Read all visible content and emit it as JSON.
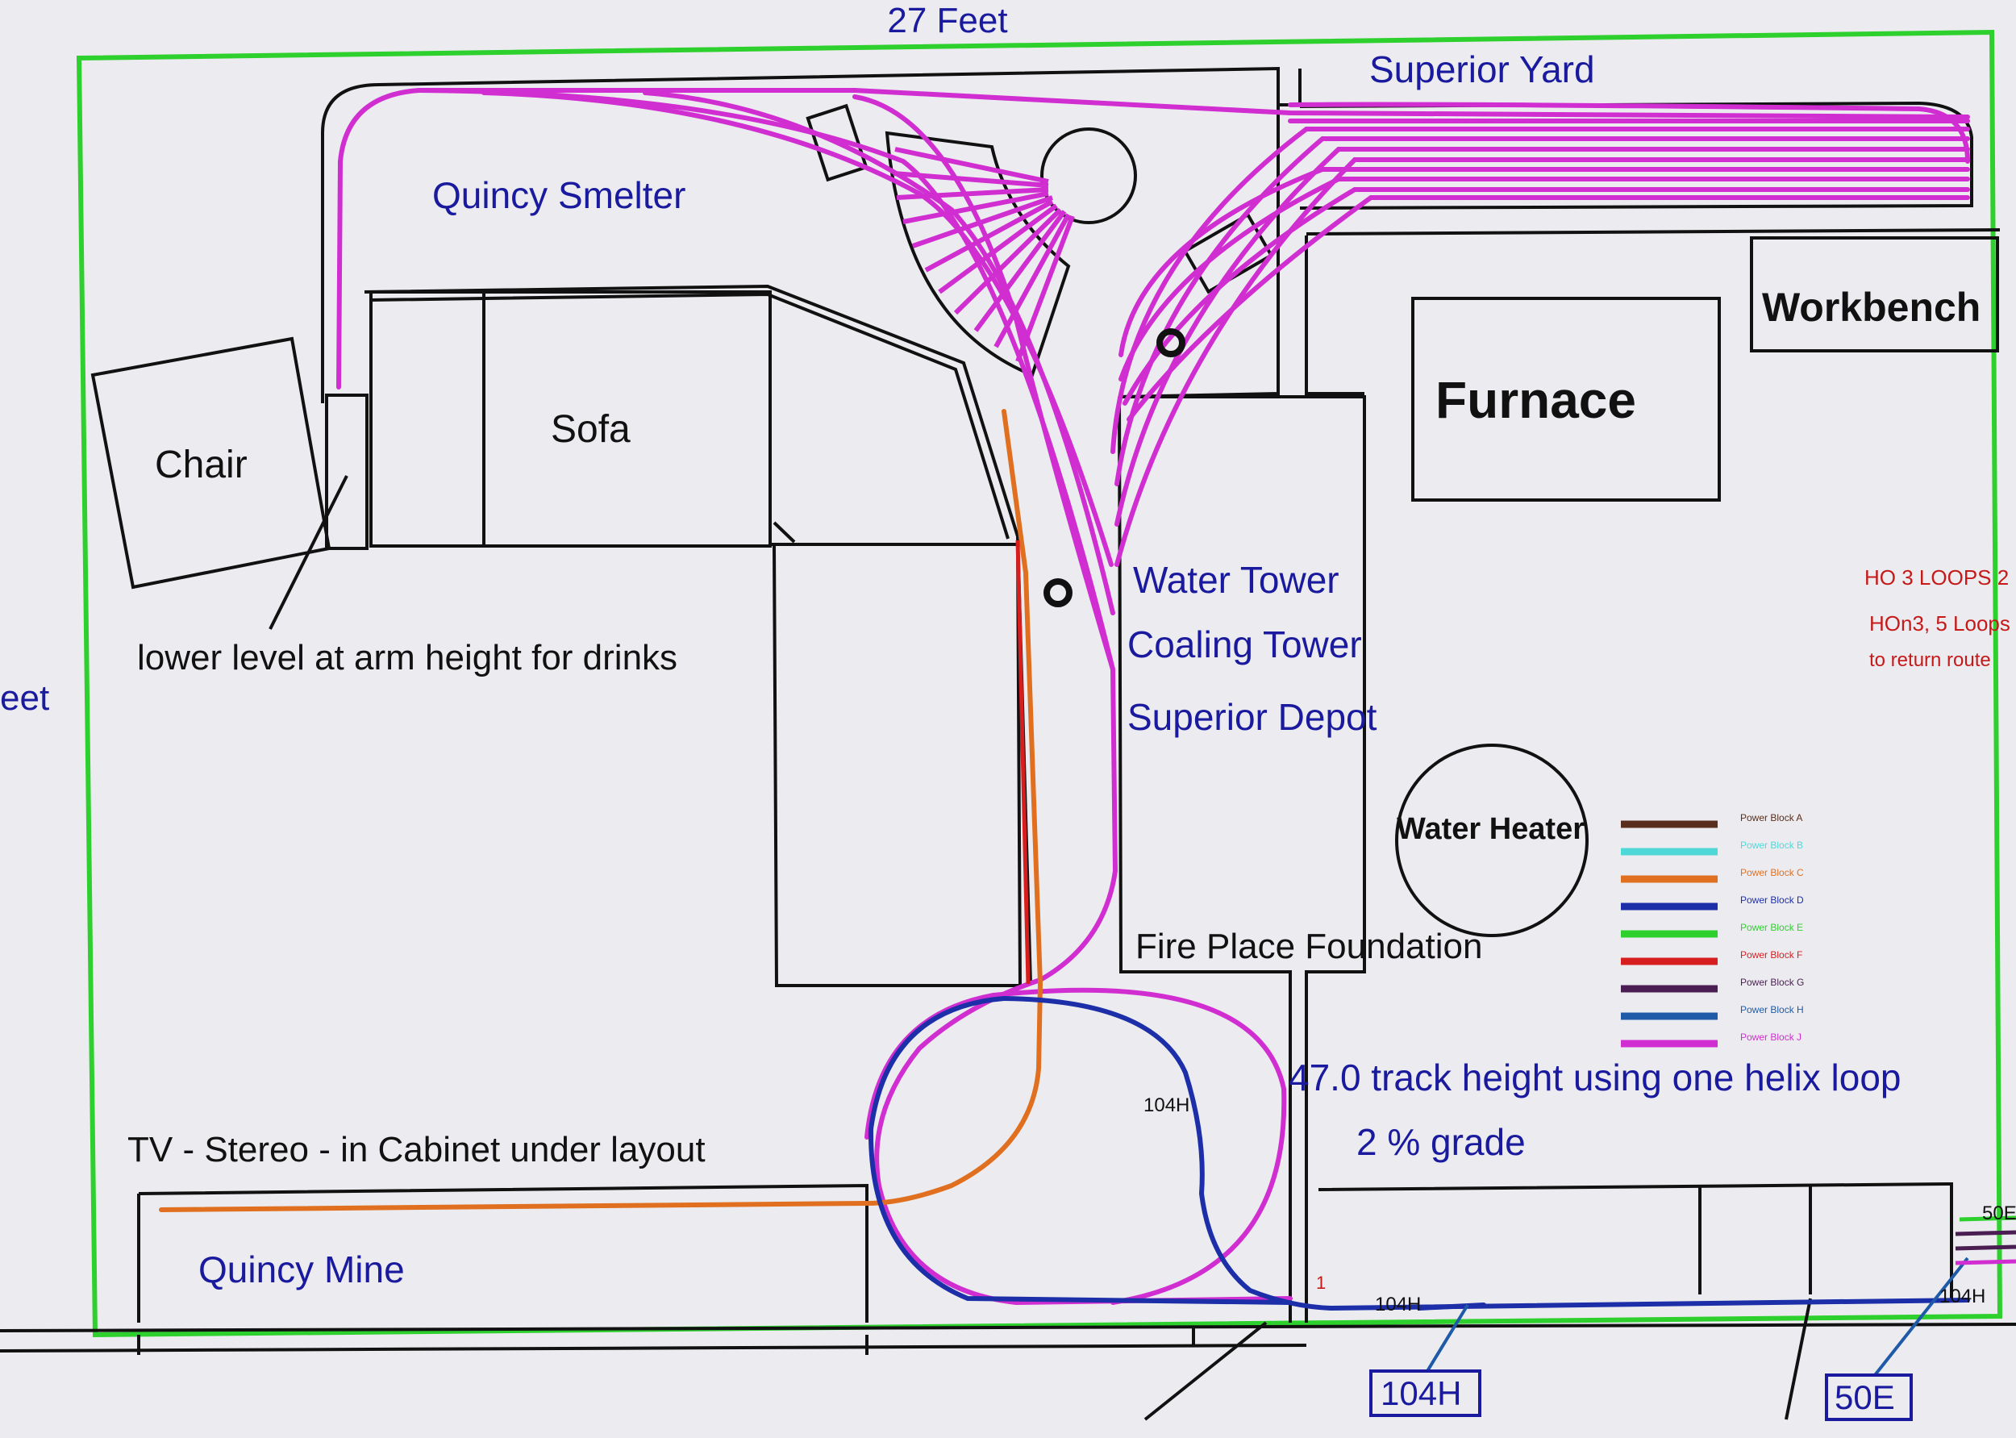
{
  "title": "27 Feet",
  "side_text": "eet",
  "areas": {
    "superior_yard": "Superior Yard",
    "quincy_smelter": "Quincy Smelter",
    "quincy_mine": "Quincy Mine"
  },
  "furniture": {
    "chair": "Chair",
    "sofa": "Sofa",
    "furnace": "Furnace",
    "workbench": "Workbench",
    "water_heater": "Water Heater"
  },
  "structures": {
    "water_tower": "Water Tower",
    "coaling_tower": "Coaling Tower",
    "superior_depot": "Superior Depot",
    "fire_place": "Fire Place Foundation"
  },
  "notes": {
    "lower_level": "lower level at arm height for drinks",
    "tv": "TV - Stereo - in Cabinet under layout",
    "track_height": "47.0 track height using one helix loop",
    "grade": "2 % grade"
  },
  "loops_notes": {
    "line1": "HO 3 LOOPS 2",
    "line2": "HOn3, 5 Loops",
    "line3": "to return route"
  },
  "legend": [
    {
      "label": "Power Block A",
      "color": "#5a2e1c"
    },
    {
      "label": "Power Block B",
      "color": "#4fd8d8"
    },
    {
      "label": "Power Block C",
      "color": "#e07020"
    },
    {
      "label": "Power Block D",
      "color": "#1c2fa8"
    },
    {
      "label": "Power Block E",
      "color": "#2ed02e"
    },
    {
      "label": "Power Block F",
      "color": "#d61e1e"
    },
    {
      "label": "Power Block G",
      "color": "#4a1e52"
    },
    {
      "label": "Power Block H",
      "color": "#1e5aa8"
    },
    {
      "label": "Power Block J",
      "color": "#d12ed1"
    }
  ],
  "track_labels": {
    "helix_label": "104H",
    "bottom_label": "104H",
    "right_label": "104H",
    "tag_104h": "104H",
    "tag_50e": "50E",
    "corner_50e": "50E",
    "marker_1": "1"
  },
  "colors": {
    "wall_green": "#2ed02e",
    "track_magenta": "#d12ed1",
    "track_orange": "#e07020",
    "track_blue": "#1c2fa8",
    "label_blue": "#1a1a9e",
    "label_red": "#c41a1a"
  }
}
